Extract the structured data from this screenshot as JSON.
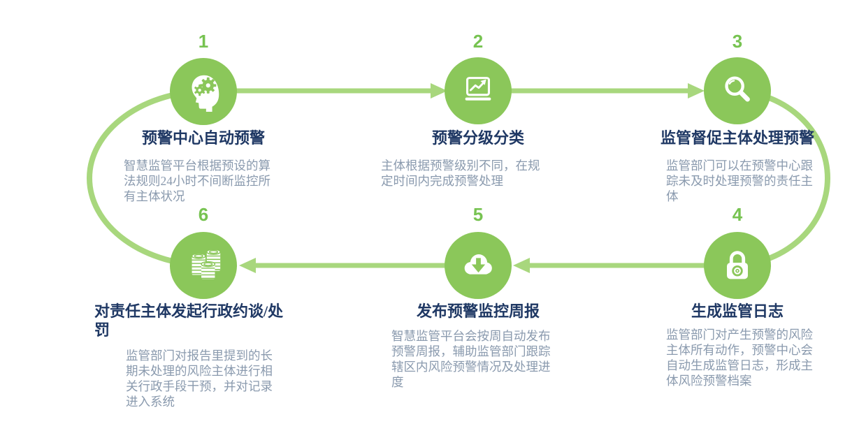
{
  "colors": {
    "circle_green": "#8bc75a",
    "loop_arrow_green": "#a8d77d",
    "step_number_green": "#77c351",
    "title_navy": "#1f3864",
    "description_gray_blue": "#8a9aae",
    "icon_white": "#ffffff"
  },
  "diagram": {
    "type": "circular-process-flow",
    "steps": [
      {
        "number": "1",
        "icon": "brain-gears-icon",
        "title": "预警中心自动预警",
        "description": "智慧监管平台根据预设的算法规则24小时不间断监控所有主体状况"
      },
      {
        "number": "2",
        "icon": "laptop-chart-icon",
        "title": "预警分级分类",
        "description": "主体根据预警级别不同，在规定时间内完成预警处理"
      },
      {
        "number": "3",
        "icon": "magnifier-icon",
        "title": "监管督促主体处理预警",
        "description": "监管部门可以在预警中心跟踪未及时处理预警的责任主体"
      },
      {
        "number": "4",
        "icon": "padlock-icon",
        "title": "生成监管日志",
        "description": "监管部门对产生预警的风险主体所有动作，预警中心会自动生成监管日志，形成主体风险预警档案"
      },
      {
        "number": "5",
        "icon": "cloud-download-icon",
        "title": "发布预警监控周报",
        "description": "智慧监管平台会按周自动发布预警周报，辅助监管部门跟踪辖区内风险预警情况及处理进度"
      },
      {
        "number": "6",
        "icon": "coins-icon",
        "title": "对责任主体发起行政约谈/处罚",
        "description": "监管部门对报告里提到的长期未处理的风险主体进行相关行政手段干预，并对记录进入系统"
      }
    ]
  }
}
